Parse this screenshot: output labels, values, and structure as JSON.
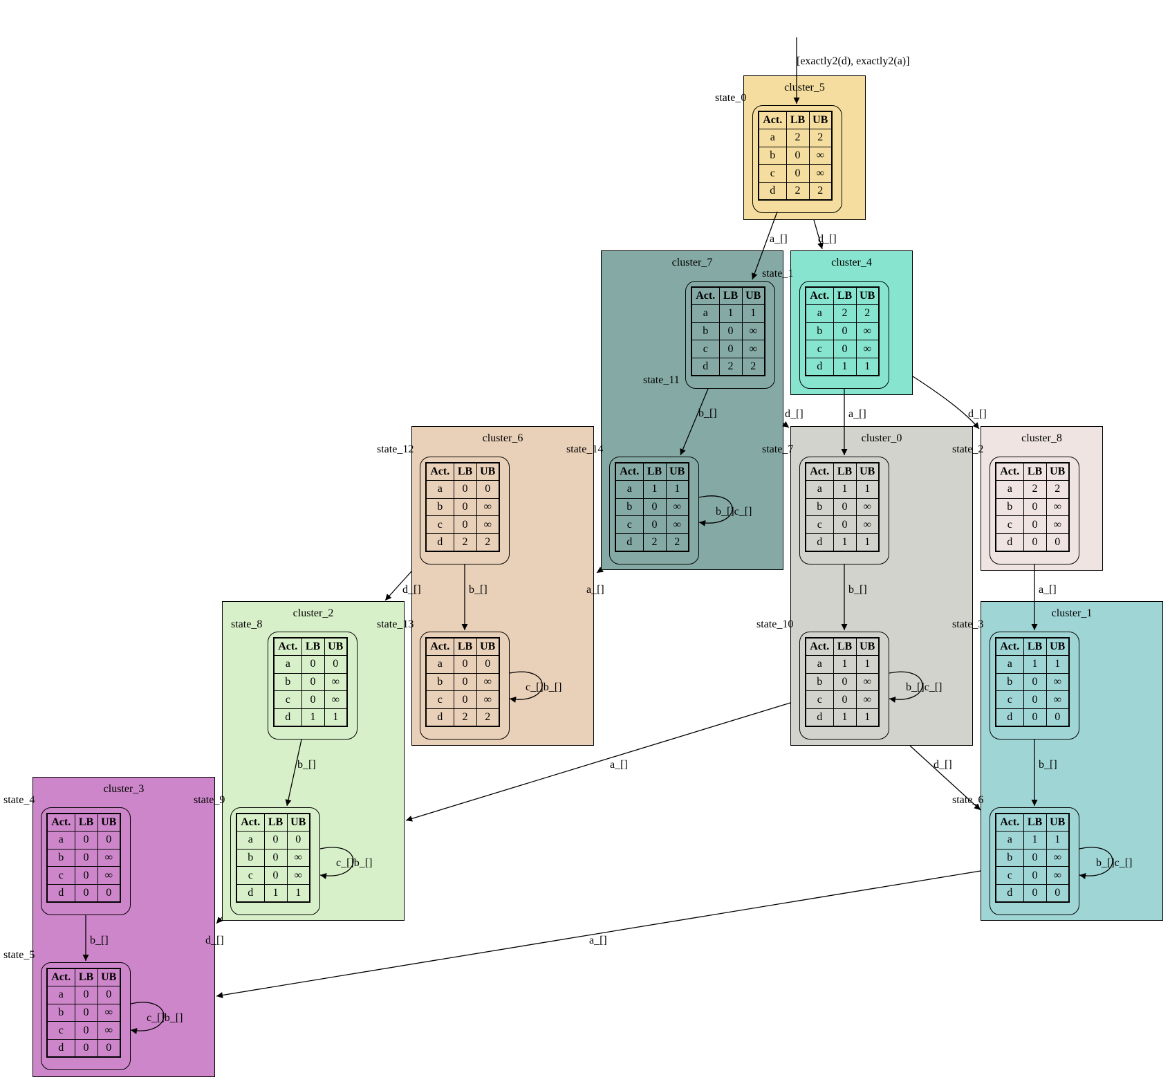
{
  "colors": {
    "cluster_0": "#d3d3cd",
    "cluster_1": "#a0d5d6",
    "cluster_2": "#d8f0c9",
    "cluster_3": "#cc86c9",
    "cluster_4": "#86e4cf",
    "cluster_5": "#f4dd9e",
    "cluster_6": "#e9d0b9",
    "cluster_7": "#85aaa5",
    "cluster_8": "#efe4e2"
  },
  "initial_condition": "[exactly2(d), exactly2(a)]",
  "table_headers": [
    "Act.",
    "LB",
    "UB"
  ],
  "clusters": [
    {
      "id": "cluster_5",
      "label": "cluster_5"
    },
    {
      "id": "cluster_7",
      "label": "cluster_7"
    },
    {
      "id": "cluster_4",
      "label": "cluster_4"
    },
    {
      "id": "cluster_6",
      "label": "cluster_6"
    },
    {
      "id": "cluster_0",
      "label": "cluster_0"
    },
    {
      "id": "cluster_8",
      "label": "cluster_8"
    },
    {
      "id": "cluster_2",
      "label": "cluster_2"
    },
    {
      "id": "cluster_1",
      "label": "cluster_1"
    },
    {
      "id": "cluster_3",
      "label": "cluster_3"
    }
  ],
  "states": [
    {
      "id": "state_0",
      "label": "state_0",
      "cluster": "cluster_5",
      "rows": [
        [
          "a",
          "2",
          "2"
        ],
        [
          "b",
          "0",
          "∞"
        ],
        [
          "c",
          "0",
          "∞"
        ],
        [
          "d",
          "2",
          "2"
        ]
      ]
    },
    {
      "id": "state_1",
      "label": "state_1",
      "cluster": "cluster_4",
      "rows": [
        [
          "a",
          "2",
          "2"
        ],
        [
          "b",
          "0",
          "∞"
        ],
        [
          "c",
          "0",
          "∞"
        ],
        [
          "d",
          "1",
          "1"
        ]
      ]
    },
    {
      "id": "state_11",
      "label": "state_11",
      "cluster": "cluster_7",
      "rows": [
        [
          "a",
          "1",
          "1"
        ],
        [
          "b",
          "0",
          "∞"
        ],
        [
          "c",
          "0",
          "∞"
        ],
        [
          "d",
          "2",
          "2"
        ]
      ]
    },
    {
      "id": "state_14",
      "label": "state_14",
      "cluster": "cluster_7",
      "rows": [
        [
          "a",
          "1",
          "1"
        ],
        [
          "b",
          "0",
          "∞"
        ],
        [
          "c",
          "0",
          "∞"
        ],
        [
          "d",
          "2",
          "2"
        ]
      ]
    },
    {
      "id": "state_12",
      "label": "state_12",
      "cluster": "cluster_6",
      "rows": [
        [
          "a",
          "0",
          "0"
        ],
        [
          "b",
          "0",
          "∞"
        ],
        [
          "c",
          "0",
          "∞"
        ],
        [
          "d",
          "2",
          "2"
        ]
      ]
    },
    {
      "id": "state_13",
      "label": "state_13",
      "cluster": "cluster_6",
      "rows": [
        [
          "a",
          "0",
          "0"
        ],
        [
          "b",
          "0",
          "∞"
        ],
        [
          "c",
          "0",
          "∞"
        ],
        [
          "d",
          "2",
          "2"
        ]
      ]
    },
    {
      "id": "state_7",
      "label": "state_7",
      "cluster": "cluster_0",
      "rows": [
        [
          "a",
          "1",
          "1"
        ],
        [
          "b",
          "0",
          "∞"
        ],
        [
          "c",
          "0",
          "∞"
        ],
        [
          "d",
          "1",
          "1"
        ]
      ]
    },
    {
      "id": "state_10",
      "label": "state_10",
      "cluster": "cluster_0",
      "rows": [
        [
          "a",
          "1",
          "1"
        ],
        [
          "b",
          "0",
          "∞"
        ],
        [
          "c",
          "0",
          "∞"
        ],
        [
          "d",
          "1",
          "1"
        ]
      ]
    },
    {
      "id": "state_2",
      "label": "state_2",
      "cluster": "cluster_8",
      "rows": [
        [
          "a",
          "2",
          "2"
        ],
        [
          "b",
          "0",
          "∞"
        ],
        [
          "c",
          "0",
          "∞"
        ],
        [
          "d",
          "0",
          "0"
        ]
      ]
    },
    {
      "id": "state_8",
      "label": "state_8",
      "cluster": "cluster_2",
      "rows": [
        [
          "a",
          "0",
          "0"
        ],
        [
          "b",
          "0",
          "∞"
        ],
        [
          "c",
          "0",
          "∞"
        ],
        [
          "d",
          "1",
          "1"
        ]
      ]
    },
    {
      "id": "state_9",
      "label": "state_9",
      "cluster": "cluster_2",
      "rows": [
        [
          "a",
          "0",
          "0"
        ],
        [
          "b",
          "0",
          "∞"
        ],
        [
          "c",
          "0",
          "∞"
        ],
        [
          "d",
          "1",
          "1"
        ]
      ]
    },
    {
      "id": "state_3",
      "label": "state_3",
      "cluster": "cluster_1",
      "rows": [
        [
          "a",
          "1",
          "1"
        ],
        [
          "b",
          "0",
          "∞"
        ],
        [
          "c",
          "0",
          "∞"
        ],
        [
          "d",
          "0",
          "0"
        ]
      ]
    },
    {
      "id": "state_6",
      "label": "state_6",
      "cluster": "cluster_1",
      "rows": [
        [
          "a",
          "1",
          "1"
        ],
        [
          "b",
          "0",
          "∞"
        ],
        [
          "c",
          "0",
          "∞"
        ],
        [
          "d",
          "0",
          "0"
        ]
      ]
    },
    {
      "id": "state_4",
      "label": "state_4",
      "cluster": "cluster_3",
      "rows": [
        [
          "a",
          "0",
          "0"
        ],
        [
          "b",
          "0",
          "∞"
        ],
        [
          "c",
          "0",
          "∞"
        ],
        [
          "d",
          "0",
          "0"
        ]
      ]
    },
    {
      "id": "state_5",
      "label": "state_5",
      "cluster": "cluster_3",
      "rows": [
        [
          "a",
          "0",
          "0"
        ],
        [
          "b",
          "0",
          "∞"
        ],
        [
          "c",
          "0",
          "∞"
        ],
        [
          "d",
          "0",
          "0"
        ]
      ]
    }
  ],
  "edges": [
    {
      "from": "state_0",
      "to": "state_11",
      "label": "a_[]"
    },
    {
      "from": "state_0",
      "to": "cluster_4",
      "label": "d_[]"
    },
    {
      "from": "state_11",
      "to": "state_14",
      "label": "b_[]"
    },
    {
      "from": "state_14",
      "to": "state_14",
      "label": "b_[]c_[]"
    },
    {
      "from": "cluster_7",
      "to": "cluster_6",
      "label": "a_[]"
    },
    {
      "from": "cluster_7",
      "to": "cluster_0",
      "label": "d_[]"
    },
    {
      "from": "state_1",
      "to": "state_7",
      "label": "a_[]"
    },
    {
      "from": "cluster_4",
      "to": "cluster_8",
      "label": "d_[]"
    },
    {
      "from": "state_12",
      "to": "state_13",
      "label": "b_[]"
    },
    {
      "from": "state_13",
      "to": "state_13",
      "label": "c_[]b_[]"
    },
    {
      "from": "cluster_6",
      "to": "cluster_2",
      "label": "d_[]"
    },
    {
      "from": "state_7",
      "to": "state_10",
      "label": "b_[]"
    },
    {
      "from": "state_10",
      "to": "state_10",
      "label": "b_[]c_[]"
    },
    {
      "from": "cluster_0",
      "to": "cluster_2",
      "label": "a_[]"
    },
    {
      "from": "cluster_0",
      "to": "cluster_1",
      "label": "d_[]"
    },
    {
      "from": "state_2",
      "to": "state_3",
      "label": "a_[]"
    },
    {
      "from": "state_8",
      "to": "state_9",
      "label": "b_[]"
    },
    {
      "from": "state_9",
      "to": "state_9",
      "label": "c_[]b_[]"
    },
    {
      "from": "cluster_2",
      "to": "cluster_3",
      "label": "d_[]"
    },
    {
      "from": "state_3",
      "to": "state_6",
      "label": "b_[]"
    },
    {
      "from": "state_6",
      "to": "state_6",
      "label": "b_[]c_[]"
    },
    {
      "from": "cluster_1",
      "to": "cluster_3",
      "label": "a_[]"
    },
    {
      "from": "state_4",
      "to": "state_5",
      "label": "b_[]"
    },
    {
      "from": "state_5",
      "to": "state_5",
      "label": "c_[]b_[]"
    }
  ]
}
